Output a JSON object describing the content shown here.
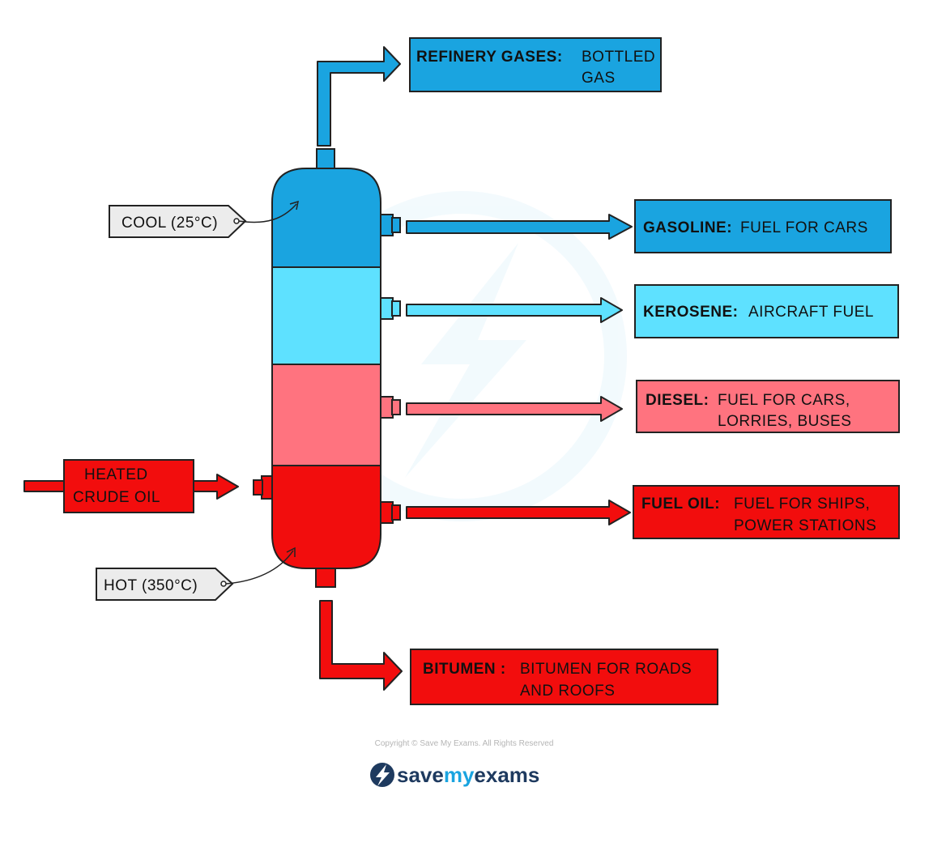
{
  "colors": {
    "dark_blue": "#1aa4e0",
    "light_blue": "#5ee1ff",
    "pink": "#ff737f",
    "red": "#f20d0d",
    "tag_grey": "#ececec"
  },
  "fractions": [
    {
      "key": "refinery",
      "bold": "REFINERY  GASES:",
      "line1": "BOTTLED",
      "line2": "GAS"
    },
    {
      "key": "gasoline",
      "bold": "GASOLINE:",
      "line1": "FUEL  FOR  CARS",
      "line2": ""
    },
    {
      "key": "kerosene",
      "bold": "KEROSENE:",
      "line1": "AIRCRAFT  FUEL",
      "line2": ""
    },
    {
      "key": "diesel",
      "bold": "DIESEL:",
      "line1": "FUEL  FOR  CARS,",
      "line2": "LORRIES,  BUSES"
    },
    {
      "key": "fuel_oil",
      "bold": "FUEL  OIL:",
      "line1": "FUEL  FOR  SHIPS,",
      "line2": "POWER  STATIONS"
    },
    {
      "key": "bitumen",
      "bold": "BITUMEN :",
      "line1": "BITUMEN  FOR  ROADS",
      "line2": "AND  ROOFS"
    }
  ],
  "input": {
    "line1": "HEATED",
    "line2": "CRUDE  OIL"
  },
  "tags": {
    "cool": "COOL (25°C)",
    "hot": "HOT (350°C)"
  },
  "footer": {
    "copyright": "Copyright © Save My Exams. All Rights Reserved",
    "brand_save": "save",
    "brand_my": "my",
    "brand_exams": "exams"
  }
}
